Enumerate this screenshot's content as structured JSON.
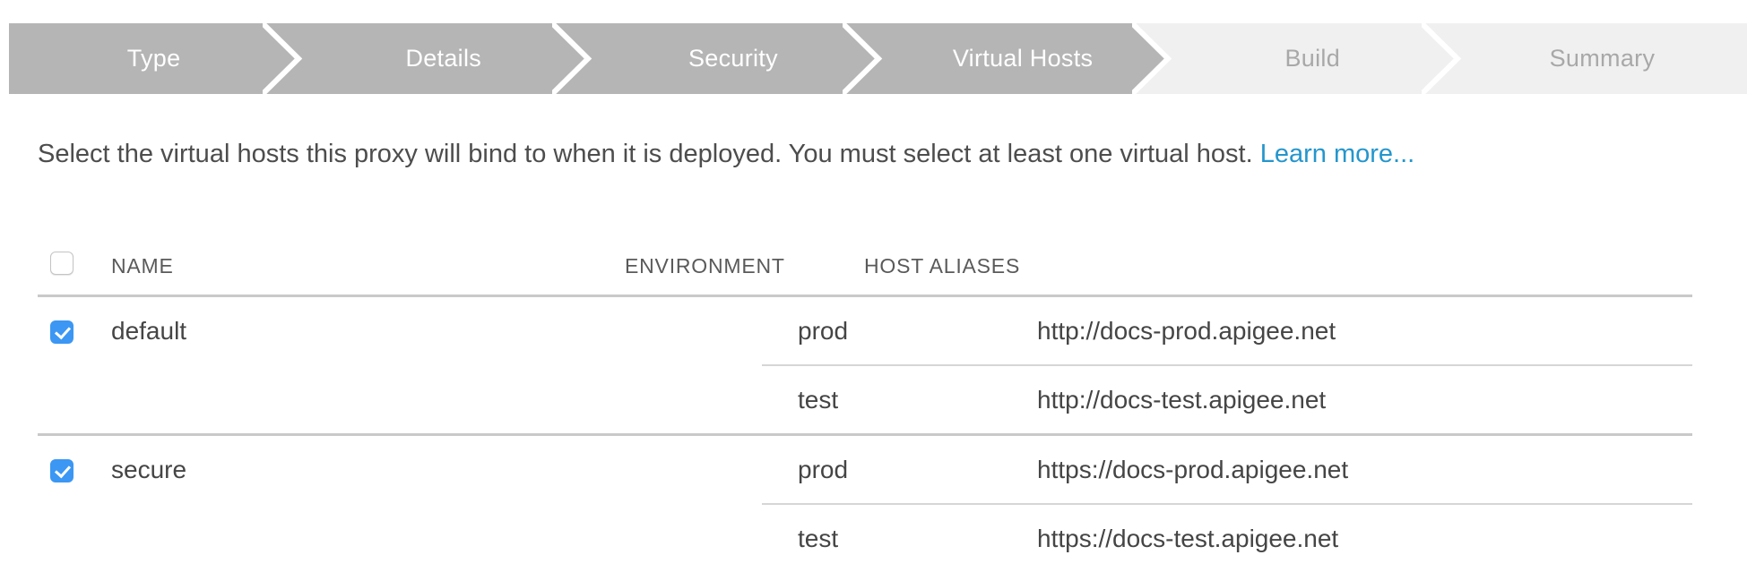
{
  "wizard": {
    "steps": [
      {
        "label": "Type",
        "state": "active"
      },
      {
        "label": "Details",
        "state": "active"
      },
      {
        "label": "Security",
        "state": "active"
      },
      {
        "label": "Virtual Hosts",
        "state": "active"
      },
      {
        "label": "Build",
        "state": "inactive"
      },
      {
        "label": "Summary",
        "state": "inactive"
      }
    ],
    "active_color": "#b5b5b5",
    "inactive_color": "#f0f0f0",
    "active_text_color": "#ffffff",
    "inactive_text_color": "#a8a8a8"
  },
  "intro": {
    "text": "Select the virtual hosts this proxy will bind to when it is deployed. You must select at least one virtual host.",
    "link_label": "Learn more...",
    "link_color": "#2496cd"
  },
  "table": {
    "select_all_checked": false,
    "headers": {
      "name": "NAME",
      "environment": "ENVIRONMENT",
      "host_aliases": "HOST ALIASES"
    },
    "checkbox_checked_color": "#3b97f3",
    "groups": [
      {
        "name": "default",
        "checked": true,
        "rows": [
          {
            "environment": "prod",
            "host_alias": "http://docs-prod.apigee.net"
          },
          {
            "environment": "test",
            "host_alias": "http://docs-test.apigee.net"
          }
        ]
      },
      {
        "name": "secure",
        "checked": true,
        "rows": [
          {
            "environment": "prod",
            "host_alias": "https://docs-prod.apigee.net"
          },
          {
            "environment": "test",
            "host_alias": "https://docs-test.apigee.net"
          }
        ]
      }
    ]
  }
}
